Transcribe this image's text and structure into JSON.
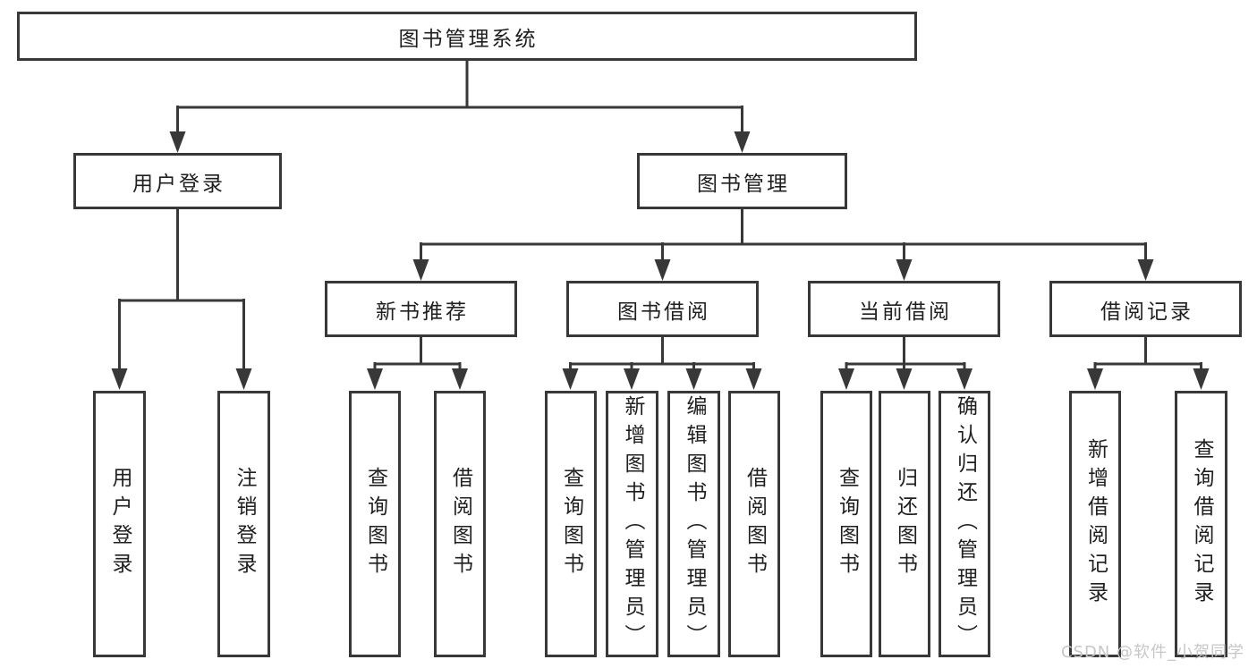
{
  "tree": {
    "root": {
      "label": "图书管理系统"
    },
    "user_login": {
      "label": "用户登录",
      "children": [
        {
          "label": "用户登录"
        },
        {
          "label": "注销登录"
        }
      ]
    },
    "book_management": {
      "label": "图书管理",
      "children": [
        {
          "label": "新书推荐",
          "children": [
            {
              "label": "查询图书"
            },
            {
              "label": "借阅图书"
            }
          ]
        },
        {
          "label": "图书借阅",
          "children": [
            {
              "label": "查询图书"
            },
            {
              "label": "新增图书（管理员）"
            },
            {
              "label": "编辑图书（管理员）"
            },
            {
              "label": "借阅图书"
            }
          ]
        },
        {
          "label": "当前借阅",
          "children": [
            {
              "label": "查询图书"
            },
            {
              "label": "归还图书"
            },
            {
              "label": "确认归还（管理员）"
            }
          ]
        },
        {
          "label": "借阅记录",
          "children": [
            {
              "label": "新增借阅记录"
            },
            {
              "label": "查询借阅记录"
            }
          ]
        }
      ]
    }
  },
  "watermark": {
    "text": "CSDN @软件_小贺同学"
  },
  "colors": {
    "line": "#383838",
    "text": "#1f1f1f",
    "box_background": "#ffffff",
    "watermark": "#c7c7c7",
    "page_background": "#ffffff"
  }
}
